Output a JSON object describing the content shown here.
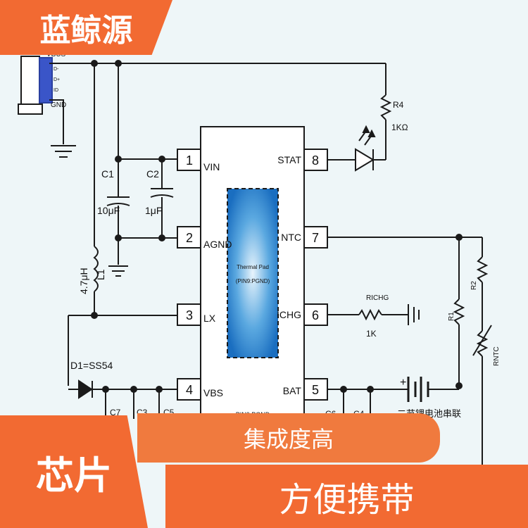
{
  "brand": {
    "text": "蓝鲸源",
    "color": "#f26a32"
  },
  "bottom": {
    "chip": "芯片",
    "feature1": "集成度高",
    "feature2": "方便携带"
  },
  "schematic": {
    "usb": {
      "vbus": "VBUS",
      "d_minus": "D-",
      "d_plus": "D+",
      "id": "ID",
      "gnd": "GND"
    },
    "pins_left": [
      {
        "num": "1",
        "name": "VIN"
      },
      {
        "num": "2",
        "name": "AGND"
      },
      {
        "num": "3",
        "name": "LX"
      },
      {
        "num": "4",
        "name": "VBS"
      }
    ],
    "pins_right": [
      {
        "num": "8",
        "name": "STAT"
      },
      {
        "num": "7",
        "name": "NTC"
      },
      {
        "num": "6",
        "name": "ICHG"
      },
      {
        "num": "5",
        "name": "BAT"
      }
    ],
    "thermal_pad": {
      "line1": "Thermal Pad",
      "line2": "(PIN9:PGND)"
    },
    "pin9": "PIN9:PGND",
    "c1": {
      "name": "C1",
      "value": "10μF"
    },
    "c2": {
      "name": "C2",
      "value": "1μF"
    },
    "inductor": {
      "value": "4.7μH",
      "name": "L1"
    },
    "diode": "D1=SS54",
    "c7": "C7",
    "c3": "C3",
    "c5": "C5",
    "c6": "C6",
    "c4": "C4",
    "r4": {
      "name": "R4",
      "value": "1KΩ"
    },
    "richg": {
      "name": "RICHG",
      "value": "1K"
    },
    "battery": {
      "plus": "+",
      "label": "二节锂电池串联"
    },
    "r1": "R1",
    "r2": "R2",
    "rntc": "RNTC"
  }
}
